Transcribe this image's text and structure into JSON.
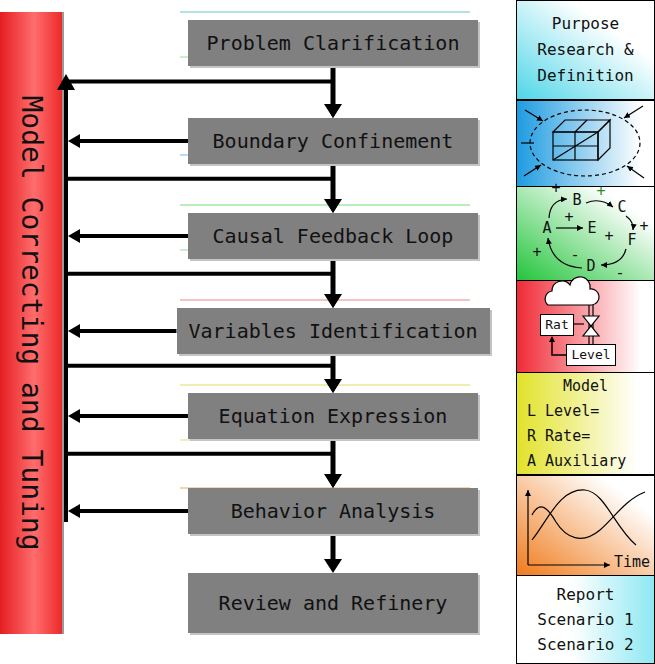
{
  "diagram": {
    "nodes": [
      {
        "text": [
          "Model Correcting and Tuning"
        ]
      },
      {
        "text": [
          "Problem Clarification"
        ]
      },
      {
        "text": [
          "Boundary Confinement"
        ]
      },
      {
        "text": [
          "Causal Feedback Loop"
        ]
      },
      {
        "text": [
          "Variables Identification"
        ]
      },
      {
        "text": [
          "Equation Expression"
        ]
      },
      {
        "text": [
          "Behavior Analysis"
        ]
      },
      {
        "text": [
          "Review and Refinery"
        ]
      },
      {
        "text": [
          "Purpose Research & Definition"
        ]
      },
      {
        "text": [
          "Rat"
        ]
      },
      {
        "text": [
          "Level"
        ]
      },
      {
        "text": [
          "Model",
          "L Level=",
          "R Rate=",
          "A Auxiliary"
        ]
      },
      {
        "text": [
          "Report",
          "Scenario 1",
          "Scenario 2"
        ]
      }
    ],
    "edges": [
      {
        "from": 1,
        "to": 2,
        "arrow": "to"
      },
      {
        "from": 2,
        "to": 3,
        "arrow": "to"
      },
      {
        "from": 3,
        "to": 4,
        "arrow": "to"
      },
      {
        "from": 4,
        "to": 5,
        "arrow": "to"
      },
      {
        "from": 5,
        "to": 6,
        "arrow": "to"
      },
      {
        "from": 6,
        "to": 7,
        "arrow": "to"
      },
      {
        "from": 0,
        "to": 2,
        "arrow": "to"
      },
      {
        "from": 2,
        "to": 0,
        "arrow": "to"
      },
      {
        "from": 0,
        "to": 3,
        "arrow": "to"
      },
      {
        "from": 3,
        "to": 0,
        "arrow": "to"
      },
      {
        "from": 0,
        "to": 4,
        "arrow": "to"
      },
      {
        "from": 4,
        "to": 0,
        "arrow": "to"
      },
      {
        "from": 0,
        "to": 5,
        "arrow": "to"
      },
      {
        "from": 5,
        "to": 0,
        "arrow": "to"
      },
      {
        "from": 0,
        "to": 6,
        "arrow": "to"
      },
      {
        "from": 6,
        "to": 0,
        "arrow": "to"
      },
      {
        "from": 10,
        "to": 9,
        "arrow": "to"
      }
    ],
    "labels": [
      "+",
      "B",
      "+",
      "C",
      "A",
      "+",
      "E",
      "+",
      "F",
      "+",
      "+",
      "-",
      "D",
      "-",
      "Time"
    ]
  }
}
